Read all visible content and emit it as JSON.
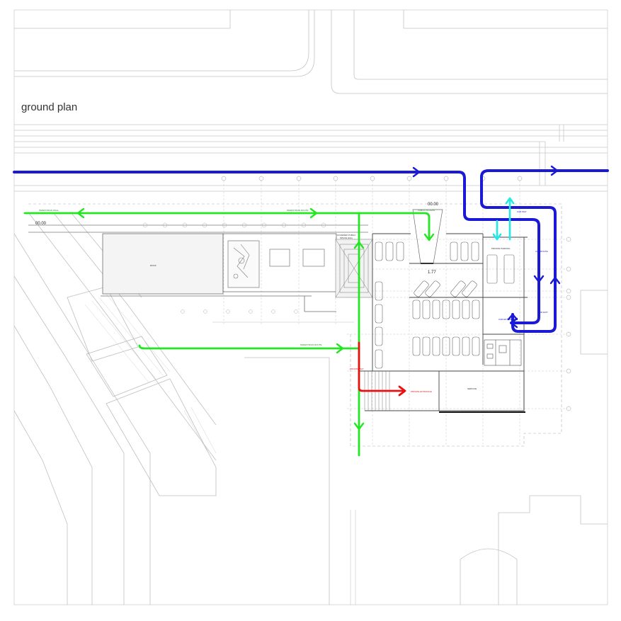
{
  "title": "ground plan",
  "levels": [
    "00.00",
    "00.00",
    "1.77"
  ],
  "colors": {
    "vehicle_route": "#1a1ad6",
    "pedestrian_route": "#22e622",
    "private_route": "#e81010",
    "service_route": "#22e8e8",
    "linework": "#9a9a9a"
  }
}
